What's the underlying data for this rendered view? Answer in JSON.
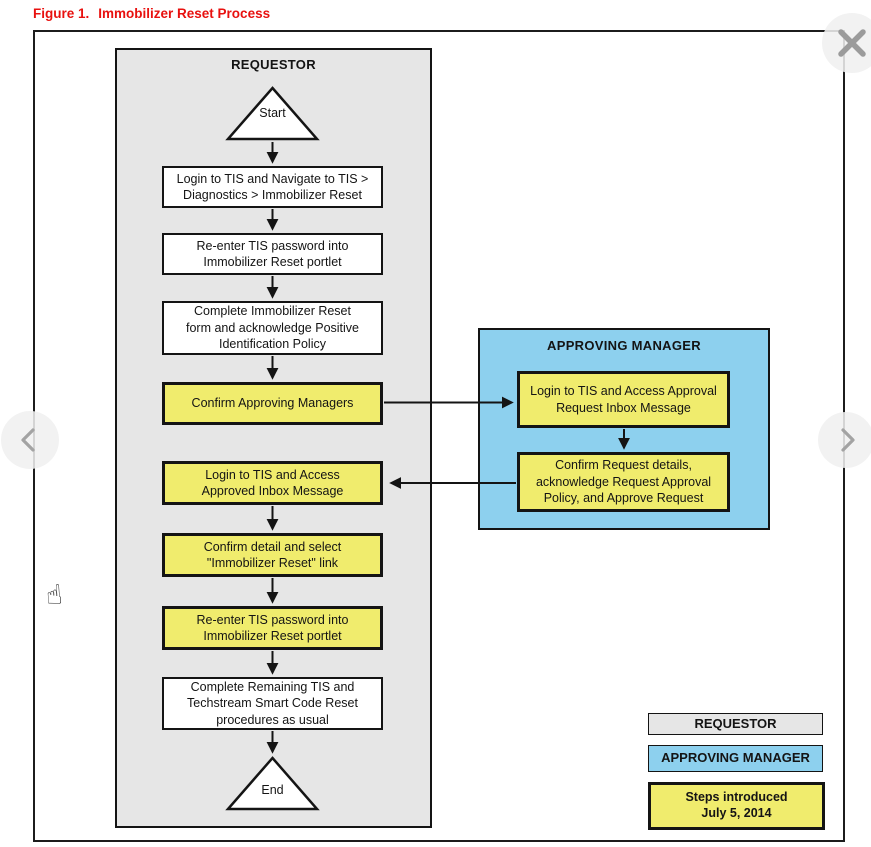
{
  "figure": {
    "label": "Figure 1.",
    "title": "Immobilizer Reset Process"
  },
  "colors": {
    "accent_red": "#e8110f",
    "lane_gray": "#e6e6e6",
    "manager_blue": "#8dd0ee",
    "highlight_yellow": "#f0ec6d",
    "line_black": "#141414",
    "control_gray": "#9b9b9b"
  },
  "requestor_lane": {
    "header": "REQUESTOR",
    "start_label": "Start",
    "end_label": "End",
    "steps": [
      {
        "text": "Login to TIS and Navigate to TIS >\nDiagnostics > Immobilizer Reset",
        "highlighted": false
      },
      {
        "text": "Re-enter TIS password into\nImmobilizer Reset portlet",
        "highlighted": false
      },
      {
        "text": "Complete Immobilizer Reset\nform and acknowledge Positive\nIdentification Policy",
        "highlighted": false
      },
      {
        "text": "Confirm Approving Managers",
        "highlighted": true
      },
      {
        "text": "Login to TIS and Access\nApproved Inbox Message",
        "highlighted": true
      },
      {
        "text": "Confirm detail and select\n\"Immobilizer Reset\" link",
        "highlighted": true
      },
      {
        "text": "Re-enter TIS password into\nImmobilizer Reset portlet",
        "highlighted": true
      },
      {
        "text": "Complete Remaining TIS and\nTechstream Smart Code Reset\nprocedures as usual",
        "highlighted": false
      }
    ]
  },
  "manager_panel": {
    "header": "APPROVING MANAGER",
    "steps": [
      {
        "text": "Login to TIS and Access Approval\nRequest Inbox Message",
        "highlighted": true
      },
      {
        "text": "Confirm Request details,\nacknowledge Request Approval\nPolicy, and Approve Request",
        "highlighted": true
      }
    ]
  },
  "legend": {
    "items": [
      {
        "label": "REQUESTOR",
        "type": "requestor"
      },
      {
        "label": "APPROVING MANAGER",
        "type": "approving-manager"
      },
      {
        "line1": "Steps introduced",
        "line2": "July 5, 2014",
        "type": "highlighted-steps"
      }
    ]
  },
  "viewer": {
    "icons": {
      "close": "close-x",
      "prev": "chevron-left",
      "next": "chevron-right",
      "cursor": "☝"
    }
  }
}
